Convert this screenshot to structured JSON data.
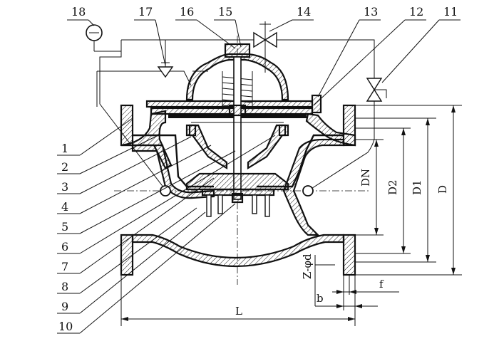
{
  "part_numbers": [
    "1",
    "2",
    "3",
    "4",
    "5",
    "6",
    "7",
    "8",
    "9",
    "10",
    "11",
    "12",
    "13",
    "14",
    "15",
    "16",
    "17",
    "18"
  ],
  "dimensions": {
    "L": "L",
    "DN": "DN",
    "D2": "D2",
    "D1": "D1",
    "D": "D",
    "bolt_holes": "Z-φd",
    "b": "b",
    "f": "f"
  },
  "colors": {
    "ink": "#111111",
    "paper": "#ffffff"
  },
  "icons": {
    "gauge": "pressure-gauge-icon",
    "needle_valve": "needle-valve-icon",
    "strainer": "filter-icon"
  }
}
